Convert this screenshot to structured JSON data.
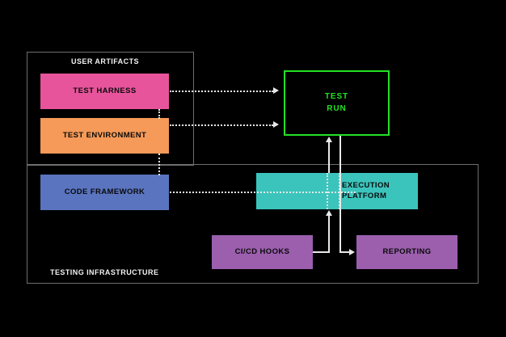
{
  "diagram": {
    "background_color": "#000000",
    "title": "Testing architecture diagram",
    "panels": [
      {
        "id": "user-artifacts",
        "label": "USER ARTIFACTS"
      },
      {
        "id": "testing-infrastructure",
        "label": "TESTING INFRASTRUCTURE"
      }
    ],
    "nodes": [
      {
        "id": "test-harness",
        "label": "TEST HARNESS",
        "color": "#e8549c",
        "text_color": "#0a0a0a"
      },
      {
        "id": "test-environment",
        "label": "TEST ENVIRONMENT",
        "color": "#f59a58",
        "text_color": "#0a0a0a"
      },
      {
        "id": "code-framework",
        "label": "CODE FRAMEWORK",
        "color": "#5a74bf",
        "text_color": "#0a0a0a"
      },
      {
        "id": "execution-platform",
        "label": "EXECUTION\nPLATFORM",
        "color": "#3bc4bc",
        "text_color": "#0a0a0a"
      },
      {
        "id": "ci-cd-hooks",
        "label": "CI/CD HOOKS",
        "color": "#9b5fae",
        "text_color": "#0a0a0a"
      },
      {
        "id": "reporting",
        "label": "REPORTING",
        "color": "#9b5fae",
        "text_color": "#0a0a0a"
      },
      {
        "id": "test-run",
        "label": "TEST\nRUN",
        "color": "#000000",
        "text_color": "#24e024",
        "border_color": "#24e024"
      }
    ],
    "connector_color": "#e9e9e9",
    "panel_border_color": "#6e6e6e"
  }
}
